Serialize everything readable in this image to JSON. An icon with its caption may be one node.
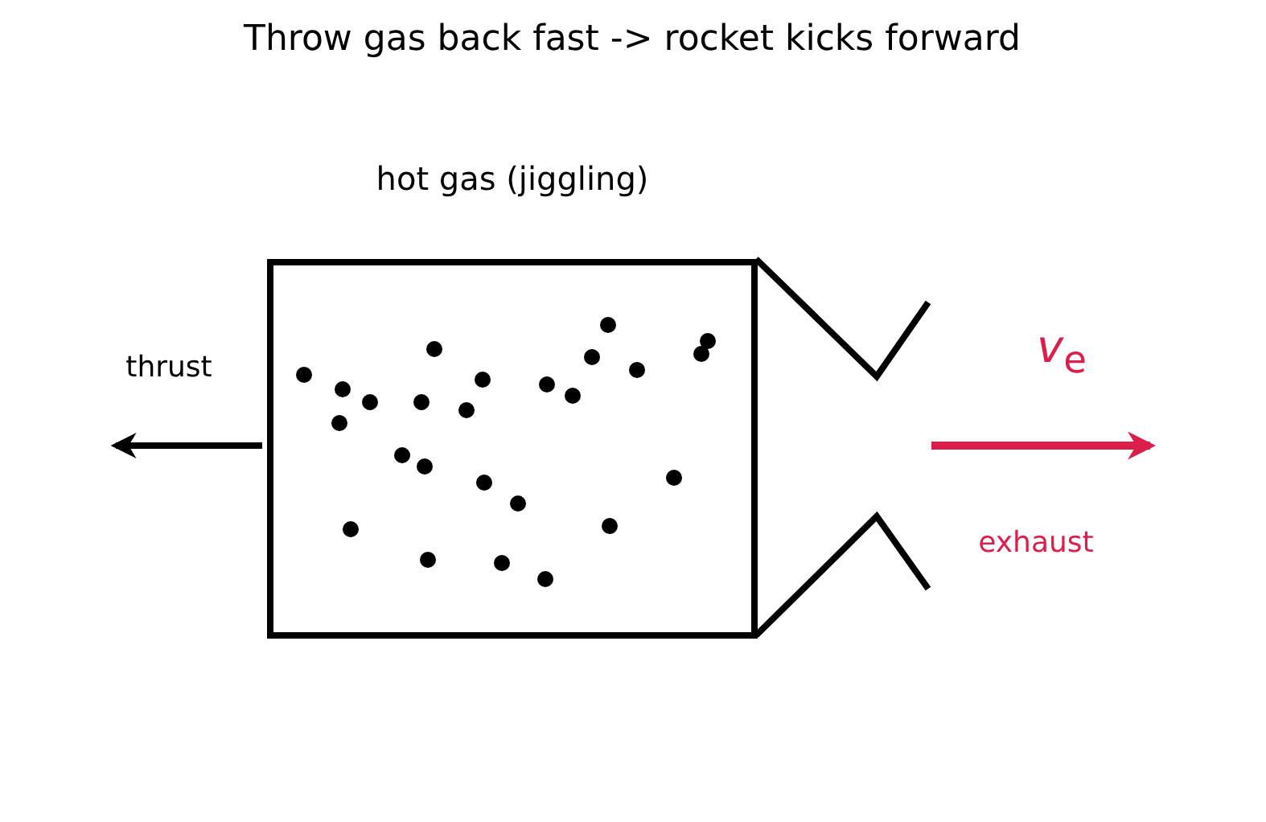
{
  "diagram": {
    "title": "Throw gas back fast -> rocket kicks forward",
    "nodes": [
      {
        "text": [
          "hot gas (jiggling)"
        ]
      }
    ],
    "labels": [
      "thrust",
      "*v*$_{e}$",
      "exhaust"
    ]
  }
}
